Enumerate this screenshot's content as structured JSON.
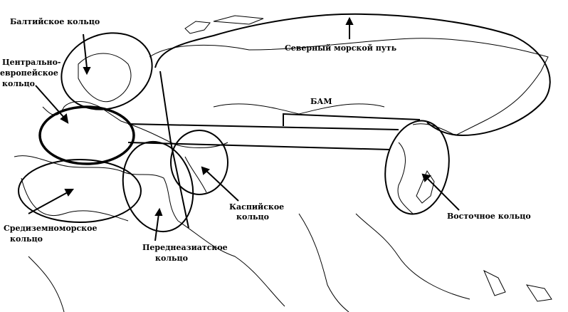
{
  "map": {
    "labels": {
      "baltic": "Балтийское кольцо",
      "central_1": "Центрально-",
      "central_2": "европейское",
      "central_3": "кольцо",
      "northern_sea_route": "Северный морской путь",
      "bam": "БАМ",
      "caspian_1": "Каспийское",
      "caspian_2": "кольцо",
      "eastern": "Восточное кольцо",
      "mediterranean_1": "Средиземноморское",
      "mediterranean_2": "кольцо",
      "near_asian_1": "Переднеазиатское",
      "near_asian_2": "кольцо"
    },
    "colors": {
      "ink": "#000000",
      "background": "#ffffff"
    }
  }
}
